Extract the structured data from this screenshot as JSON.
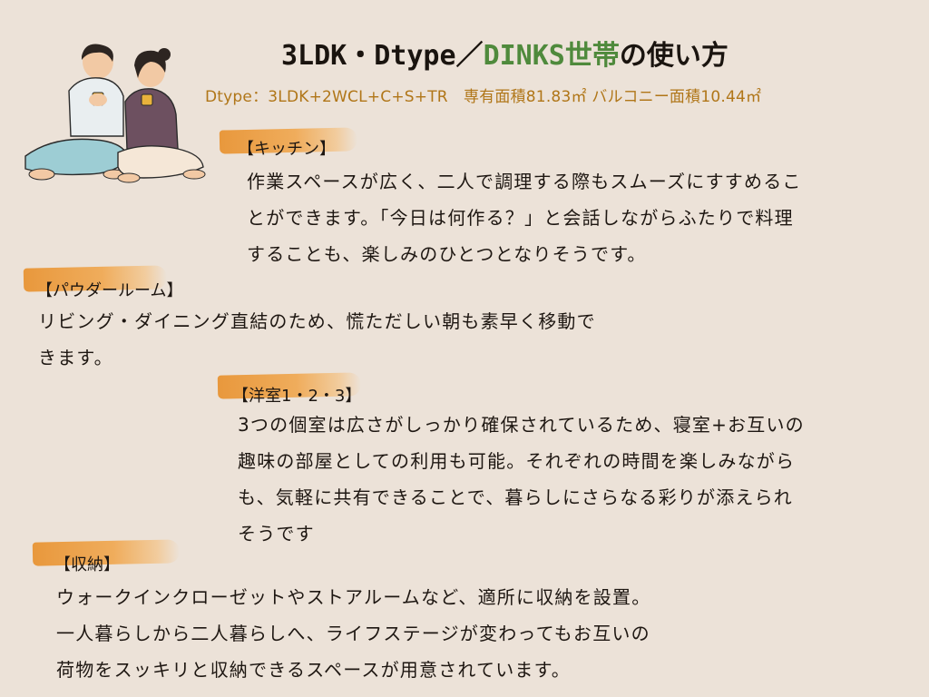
{
  "header": {
    "title_main": "3LDK・Dtype／",
    "title_accent": "DINKS世帯",
    "title_tail": "の使い方",
    "subtitle": "Dtype：3LDK+2WCL+C+S+TR　専有面積81.83㎡ バルコニー面積10.44㎡"
  },
  "sections": [
    {
      "heading": "【キッチン】",
      "lines": [
        "作業スペースが広く、二人で調理する際もスムーズにすすめるこ",
        "とができます。「今日は何作る？」と会話しながらふたりで料理",
        "することも、楽しみのひとつとなりそうです。"
      ]
    },
    {
      "heading": "【パウダールーム】",
      "lines": [
        "リビング・ダイニング直結のため、慌ただしい朝も素早く移動で",
        "きます。"
      ]
    },
    {
      "heading": "【洋室1・2・3】",
      "lines": [
        "3つの個室は広さがしっかり確保されているため、寝室+お互いの",
        "趣味の部屋としての利用も可能。それぞれの時間を楽しみながら",
        "も、気軽に共有できることで、暮らしにさらなる彩りが添えられ",
        "そうです"
      ]
    },
    {
      "heading": "【収納】",
      "lines": [
        "ウォークインクローゼットやストアルームなど、適所に収納を設置。",
        "一人暮らしから二人暮らしへ、ライフステージが変わってもお互いの",
        "荷物をスッキリと収納できるスペースが用意されています。"
      ]
    }
  ],
  "colors": {
    "background": "#ece2d8",
    "accent_green": "#4f8a3c",
    "subtitle_orange": "#b07618",
    "brush_orange": "#e89434"
  },
  "illustration": {
    "icon": "couple-with-mugs-illustration"
  }
}
